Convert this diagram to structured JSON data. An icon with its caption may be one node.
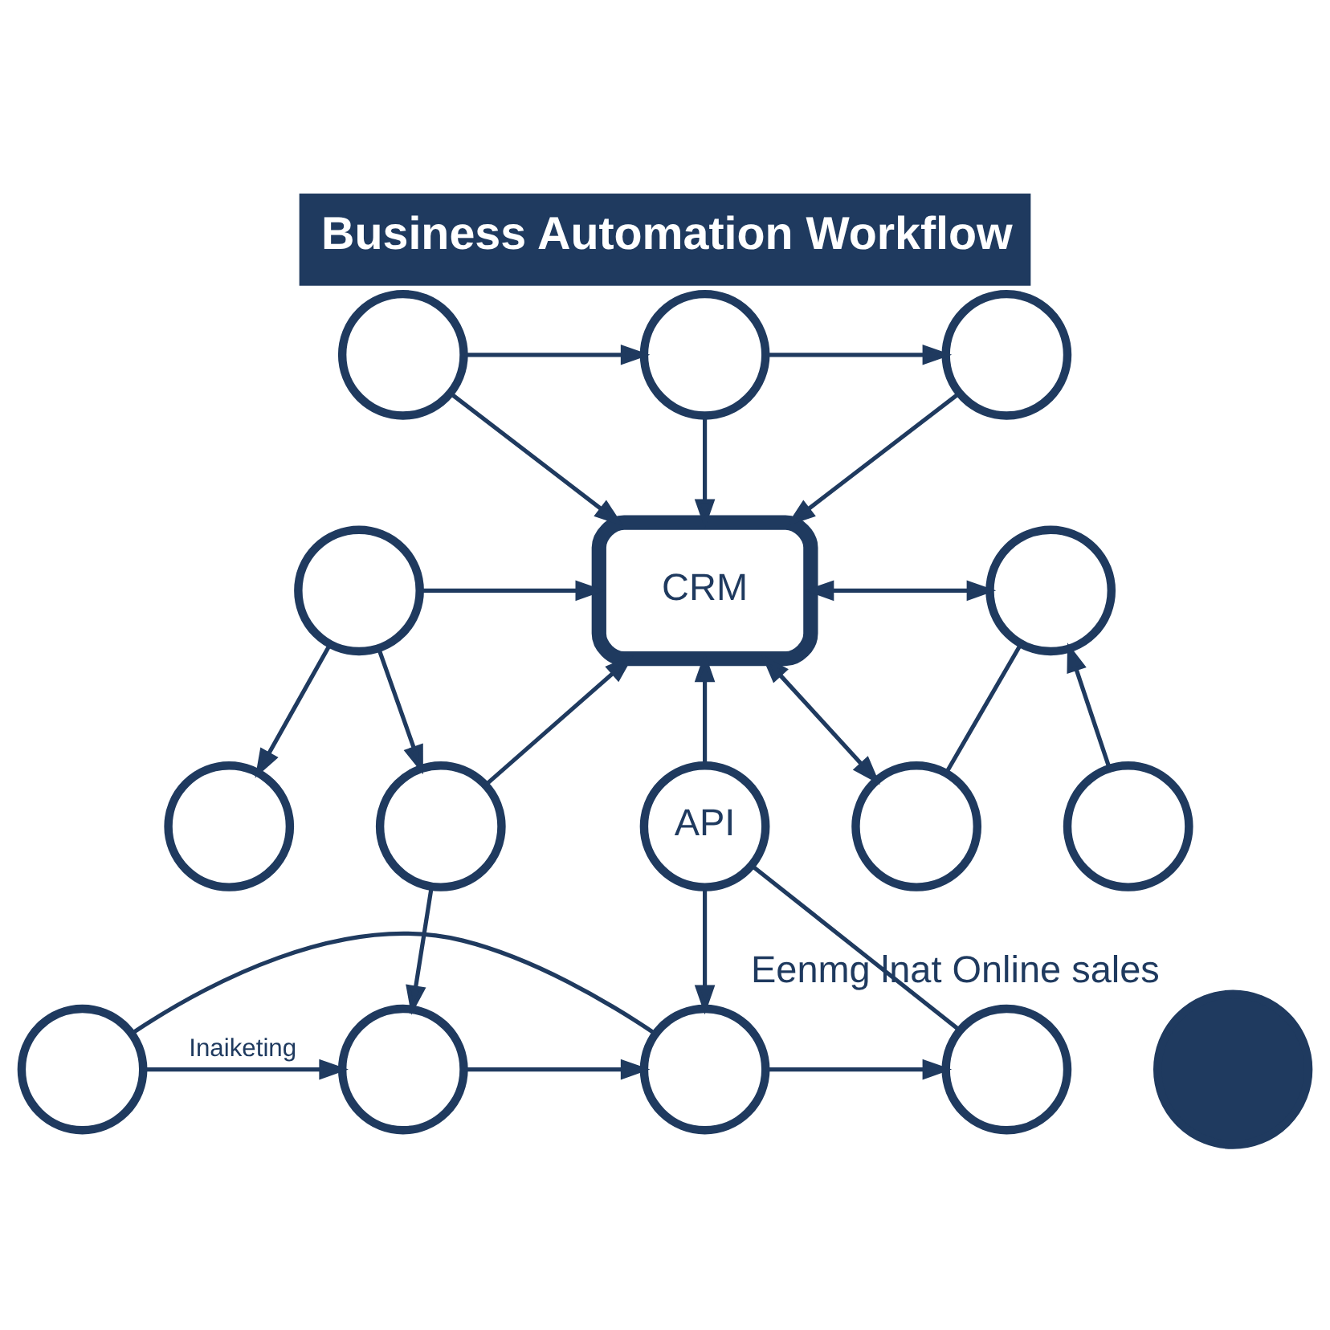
{
  "diagram": {
    "title": "Business Automation Workflow",
    "nodes": [
      {
        "text": [],
        "shape": "circle"
      },
      {
        "text": [],
        "shape": "circle"
      },
      {
        "text": [],
        "shape": "circle"
      },
      {
        "text": [],
        "shape": "circle"
      },
      {
        "text": [],
        "shape": "circle"
      },
      {
        "text": [],
        "shape": "circle"
      },
      {
        "text": [
          "CRM"
        ]
      },
      {
        "text": [],
        "shape": "circle"
      },
      {
        "text": [],
        "shape": "circle"
      },
      {
        "text": [
          "API"
        ]
      },
      {
        "text": [],
        "shape": "circle"
      },
      {
        "text": [],
        "shape": "circle"
      },
      {
        "text": [],
        "shape": "circle"
      },
      {
        "text": [],
        "shape": "circle"
      },
      {
        "text": [],
        "shape": "circle"
      },
      {
        "text": [],
        "shape": "circle",
        "beside": [
          "Eenmg lnat Online sales"
        ]
      }
    ],
    "edges": [
      {
        "from": 0,
        "to": 1,
        "arrow": "to"
      },
      {
        "from": 1,
        "to": 2,
        "arrow": "to"
      },
      {
        "from": 0,
        "to": 6,
        "arrow": "to"
      },
      {
        "from": 1,
        "to": 6,
        "arrow": "to"
      },
      {
        "from": 2,
        "to": 6,
        "arrow": "to"
      },
      {
        "from": 5,
        "to": 3,
        "arrow": "to"
      },
      {
        "from": 5,
        "to": 6,
        "arrow": "to"
      },
      {
        "from": 4,
        "to": 7,
        "arrow": "to"
      },
      {
        "from": 6,
        "to": 7,
        "arrow": "both"
      },
      {
        "from": 5,
        "to": 8,
        "arrow": "to"
      },
      {
        "from": 8,
        "to": 6,
        "arrow": "to"
      },
      {
        "from": 9,
        "to": 6,
        "arrow": "to"
      },
      {
        "from": 6,
        "to": 10,
        "arrow": "both"
      },
      {
        "from": 7,
        "to": 10,
        "arrow": "none"
      },
      {
        "from": 8,
        "to": 12,
        "arrow": "to"
      },
      {
        "from": 11,
        "to": 12,
        "arrow": "to",
        "label": "Inaiketing"
      },
      {
        "from": 12,
        "to": 13,
        "arrow": "to"
      },
      {
        "from": 13,
        "to": 14,
        "arrow": "to"
      },
      {
        "from": 9,
        "to": 13,
        "arrow": "to"
      },
      {
        "from": 9,
        "to": 14,
        "arrow": "none"
      },
      {
        "from": 11,
        "to": 13,
        "arrow": "none"
      }
    ]
  }
}
